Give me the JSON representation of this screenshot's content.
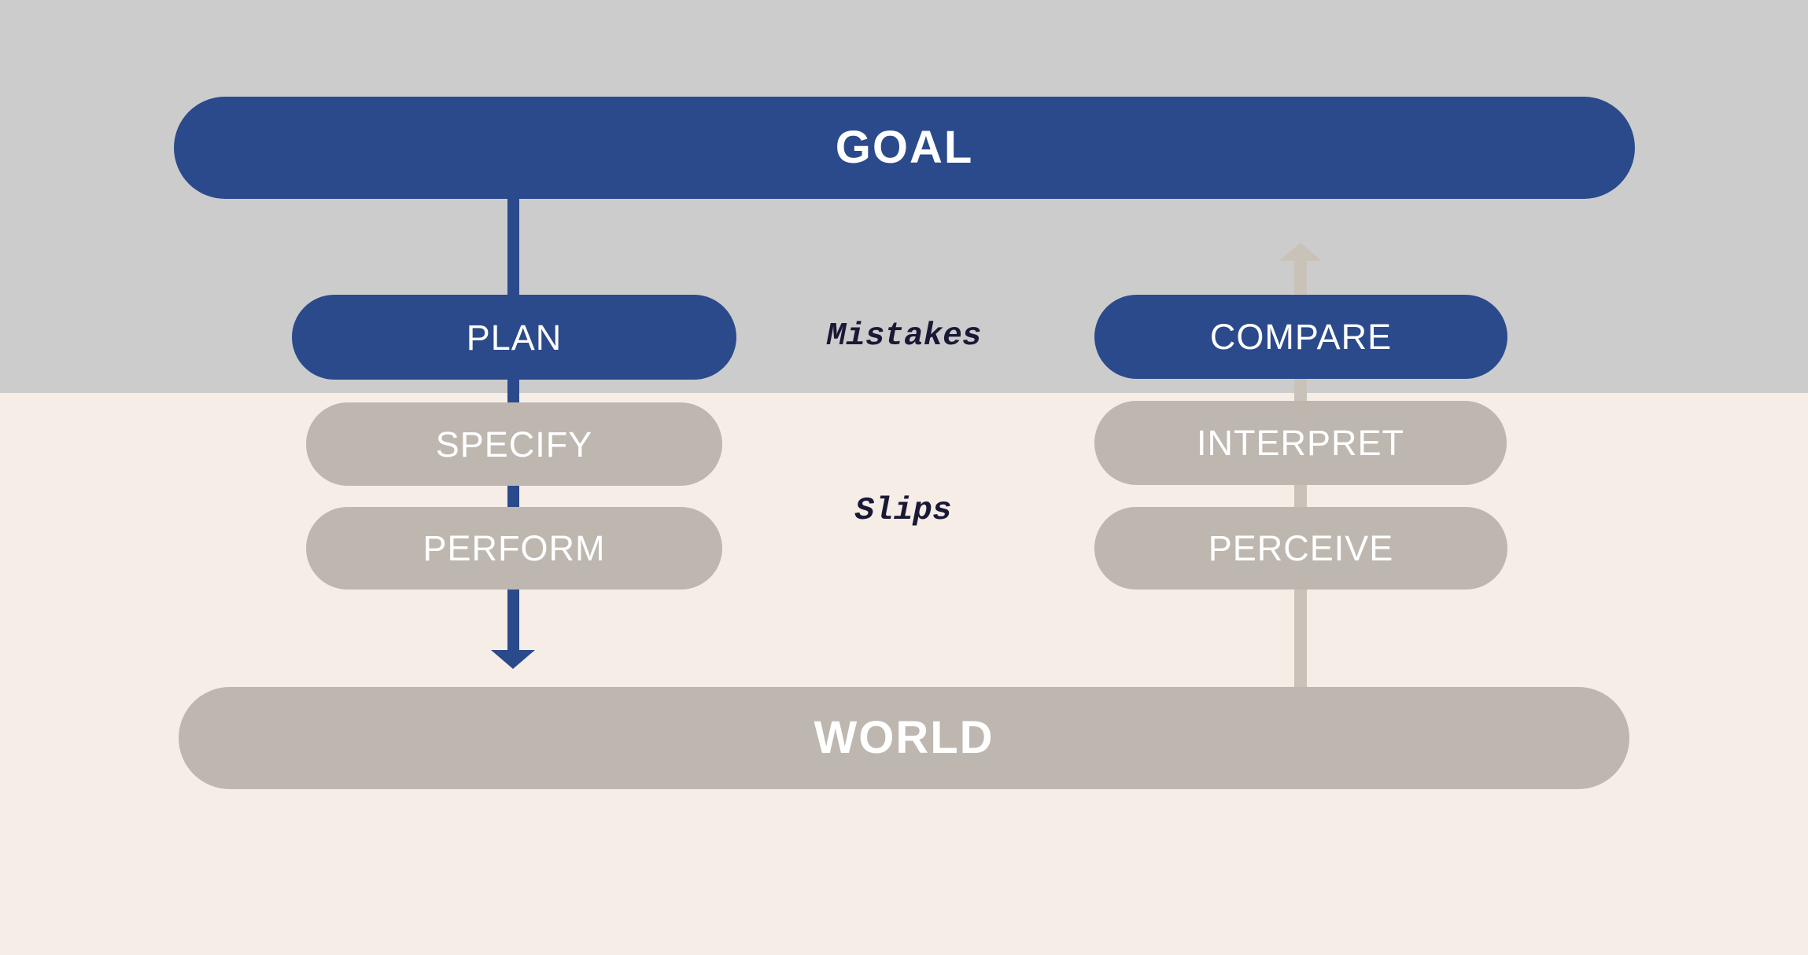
{
  "diagram": {
    "goal": "GOAL",
    "world": "WORLD",
    "left_stages": [
      "PLAN",
      "SPECIFY",
      "PERFORM"
    ],
    "right_stages": [
      "COMPARE",
      "INTERPRET",
      "PERCEIVE"
    ],
    "error_labels": {
      "mistakes": "Mistakes",
      "slips": "Slips"
    }
  },
  "colors": {
    "accent-blue": "#2B4A8C",
    "upper-bg": "#CCCCCC",
    "lower-bg": "#F6EDE7",
    "pill-gray": "#BDB7AF",
    "connector-gray": "#C9C2B8",
    "label-navy": "#191936",
    "pill-text": "#FFFFFF"
  }
}
